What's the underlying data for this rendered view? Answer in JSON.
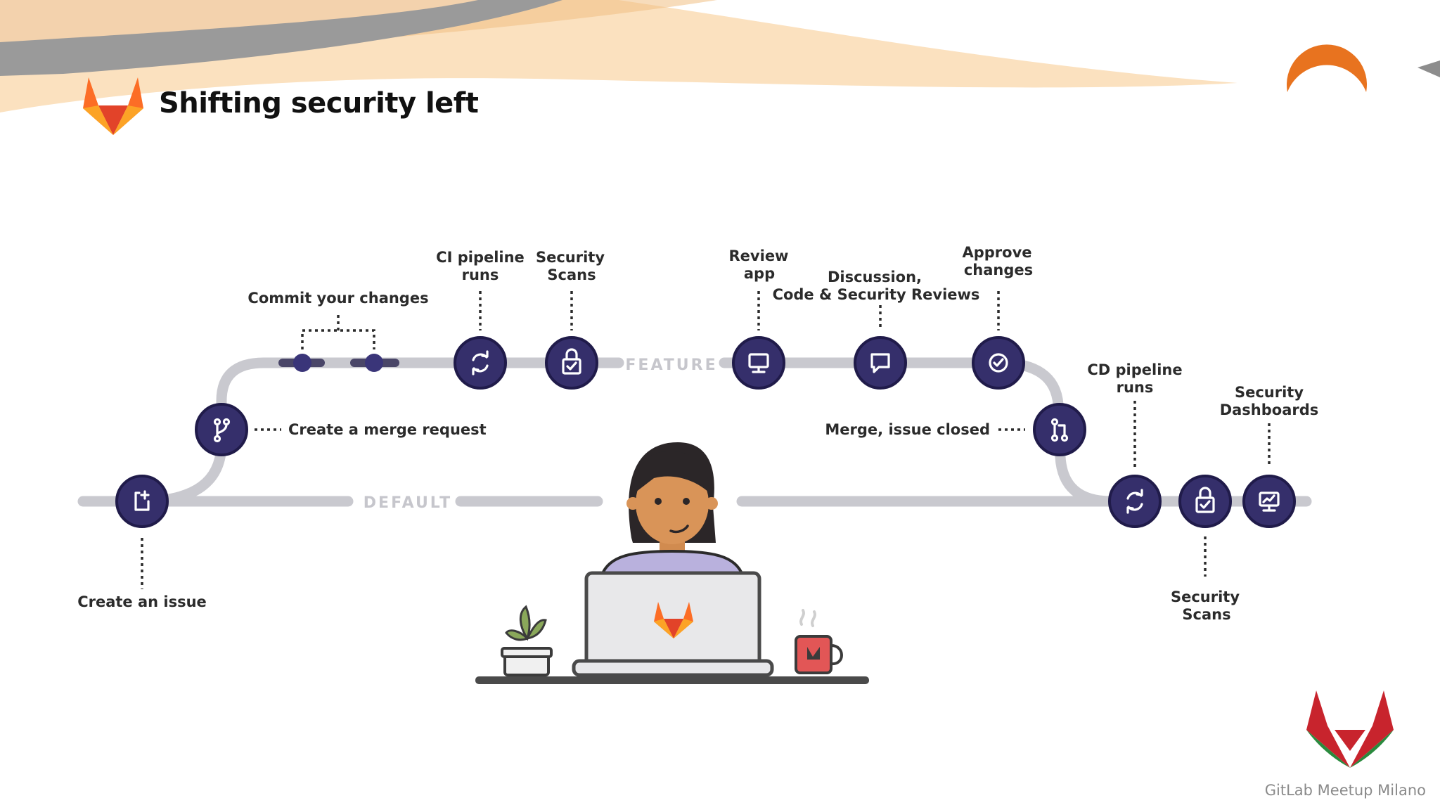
{
  "slide": {
    "title": "Shifting security left",
    "footer": "GitLab Meetup Milano"
  },
  "lanes": {
    "feature": "FEATURE",
    "default": "DEFAULT"
  },
  "steps": {
    "create_issue": "Create an issue",
    "merge_request": "Create a merge request",
    "commit_line1": "Commit your changes",
    "ci_line1": "CI pipeline",
    "ci_line2": "runs",
    "sec_scans_line1": "Security",
    "sec_scans_line2": "Scans",
    "review_line1": "Review",
    "review_line2": "app",
    "discussion_line1": "Discussion,",
    "discussion_line2": "Code & Security Reviews",
    "approve_line1": "Approve",
    "approve_line2": "changes",
    "merge_closed": "Merge, issue closed",
    "cd_line1": "CD pipeline",
    "cd_line2": "runs",
    "dash_line1": "Security",
    "dash_line2": "Dashboards",
    "sec_scans2_line1": "Security",
    "sec_scans2_line2": "Scans"
  },
  "colors": {
    "node": "#352f6b",
    "track": "#c9c9cf",
    "orange": "#e8731f",
    "gitlab_red": "#e24329",
    "gitlab_orange": "#fc6d26",
    "gitlab_yellow": "#fca326"
  },
  "icons": {
    "issue": "issue-new-icon",
    "branch": "branch-icon",
    "pipeline": "refresh-icon",
    "lock": "lock-icon",
    "monitor": "monitor-icon",
    "comment": "comment-icon",
    "approve": "check-circle-icon",
    "merge": "merge-icon",
    "dashboard": "dashboard-icon"
  }
}
